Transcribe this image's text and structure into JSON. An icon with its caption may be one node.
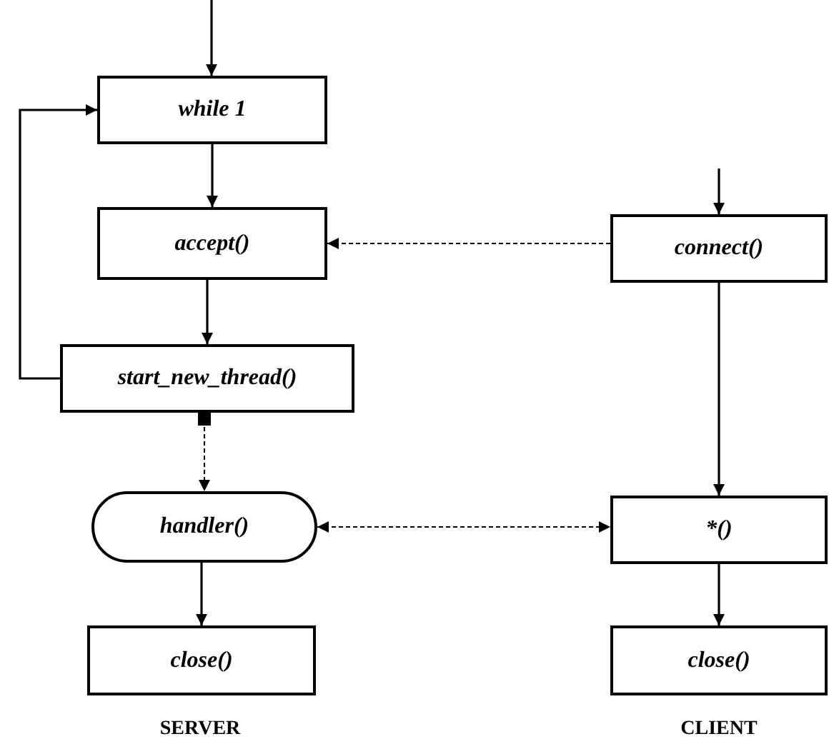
{
  "diagram": {
    "nodes": [
      {
        "text": [
          "while 1"
        ]
      },
      {
        "text": [
          "accept()"
        ]
      },
      {
        "text": [
          "start_new_thread()"
        ]
      },
      {
        "text": [
          "handler()"
        ]
      },
      {
        "text": [
          "close()"
        ]
      },
      {
        "text": [
          "connect()"
        ]
      },
      {
        "text": [
          "*()"
        ]
      },
      {
        "text": [
          "close()"
        ]
      }
    ],
    "edges": [
      {
        "from": null,
        "to": 0,
        "arrow": "to"
      },
      {
        "from": 0,
        "to": 1,
        "arrow": "to"
      },
      {
        "from": 1,
        "to": 2,
        "arrow": "to"
      },
      {
        "from": 2,
        "to": 0,
        "arrow": "to"
      },
      {
        "from": 2,
        "to": 3,
        "arrow": "to",
        "style": "dashed"
      },
      {
        "from": 3,
        "to": 4,
        "arrow": "to"
      },
      {
        "from": null,
        "to": 5,
        "arrow": "to"
      },
      {
        "from": 5,
        "to": 1,
        "arrow": "to",
        "style": "dashed"
      },
      {
        "from": 5,
        "to": 6,
        "arrow": "to"
      },
      {
        "from": 6,
        "to": 7,
        "arrow": "to"
      },
      {
        "from": 3,
        "to": 6,
        "arrow": "both",
        "style": "dashed"
      }
    ],
    "labels": [
      "SERVER",
      "CLIENT"
    ]
  }
}
